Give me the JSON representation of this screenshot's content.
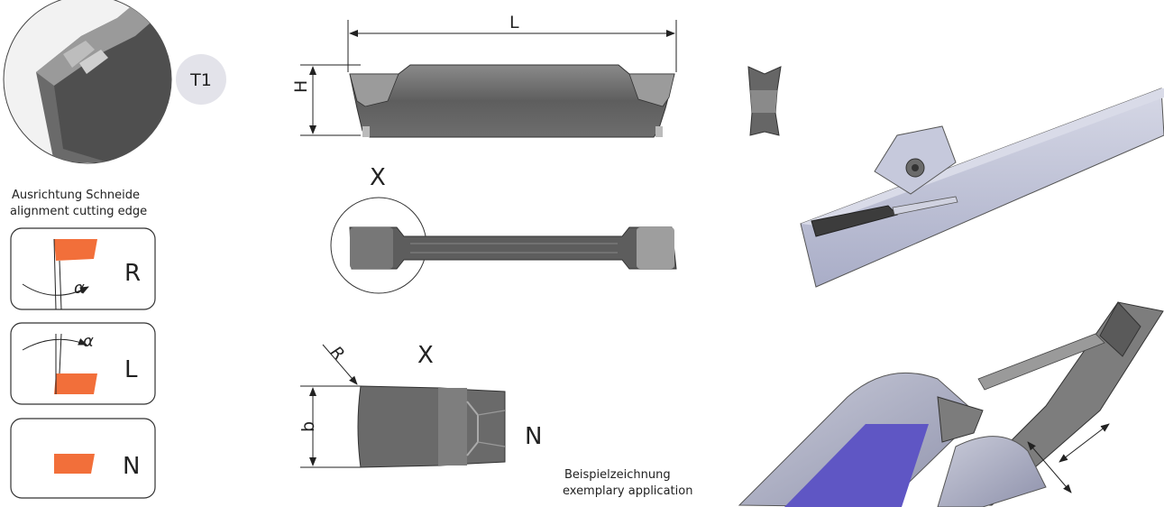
{
  "badge": {
    "text": "T1"
  },
  "alignment": {
    "line_de": "Ausrichtung Schneide",
    "line_en": "alignment cutting edge",
    "angle_symbol": "α",
    "options": [
      {
        "letter": "R"
      },
      {
        "letter": "L"
      },
      {
        "letter": "N"
      }
    ]
  },
  "dimensions": {
    "length": "L",
    "height": "H",
    "width": "b",
    "radius": "R"
  },
  "details": {
    "top_view_label": "X",
    "detail_label": "X",
    "detail_edge_letter": "N"
  },
  "application": {
    "line_de": "Beispielzeichnung",
    "line_en": "exemplary application"
  },
  "colors": {
    "insert_dark": "#5a5a5a",
    "insert_mid": "#7a7a7a",
    "insert_light": "#a8a8a8",
    "cutting_edge_orange": "#f26f3a",
    "holder_blue": "#b9bdd6",
    "workpiece_purple": "#5f56c4",
    "badge_bg": "#e3e3ea"
  }
}
